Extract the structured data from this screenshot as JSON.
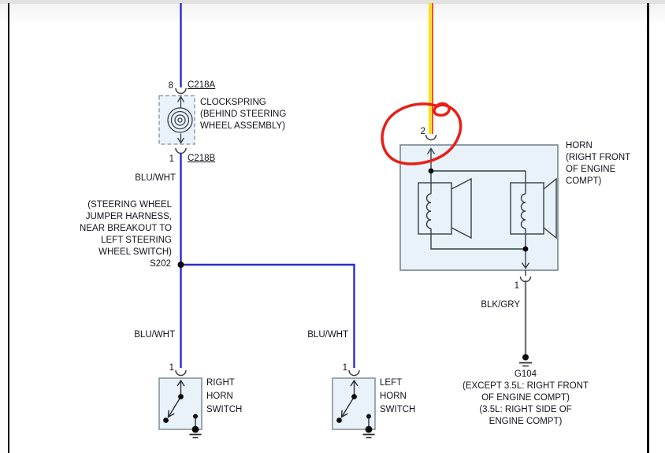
{
  "clockspring": {
    "pin_top": "8",
    "connector_top": "C218A",
    "pin_bottom": "1",
    "connector_bottom": "C218B",
    "name_lines": [
      "CLOCKSPRING",
      "(BEHIND STEERING",
      "WHEEL ASSEMBLY)"
    ]
  },
  "wires": {
    "clockspring_output": "BLU/WHT",
    "right_switch_feed": "BLU/WHT",
    "left_switch_feed": "BLU/WHT",
    "horn_ground": "BLK/GRY"
  },
  "splice": {
    "id": "S202",
    "note_lines": [
      "(STEERING WHEEL",
      "JUMPER HARNESS,",
      "NEAR BREAKOUT TO",
      "LEFT STEERING",
      "WHEEL SWITCH)"
    ]
  },
  "horn": {
    "pin_in": "2",
    "pin_out": "1",
    "name_lines": [
      "HORN",
      "(RIGHT FRONT",
      "OF ENGINE",
      "COMPT)"
    ]
  },
  "right_horn_switch": {
    "pin": "1",
    "name_lines": [
      "RIGHT",
      "HORN",
      "SWITCH"
    ]
  },
  "left_horn_switch": {
    "pin": "1",
    "name_lines": [
      "LEFT",
      "HORN",
      "SWITCH"
    ]
  },
  "ground": {
    "id": "G104",
    "note_lines": [
      "(EXCEPT 3.5L: RIGHT FRONT",
      "OF ENGINE COMPT)",
      "(3.5L: RIGHT SIDE OF",
      "ENGINE COMPT)"
    ]
  },
  "annotation": {
    "shape": "hand-drawn-circle",
    "color": "#e62019"
  },
  "colors": {
    "wire_blue": "#2a2ace",
    "wire_yellow": "#ffdf00",
    "wire_red_stripe": "#ff3b10",
    "wire_gray": "#7a7a7a",
    "component_fill": "#e9f2f9",
    "line_dark": "#33404a"
  }
}
